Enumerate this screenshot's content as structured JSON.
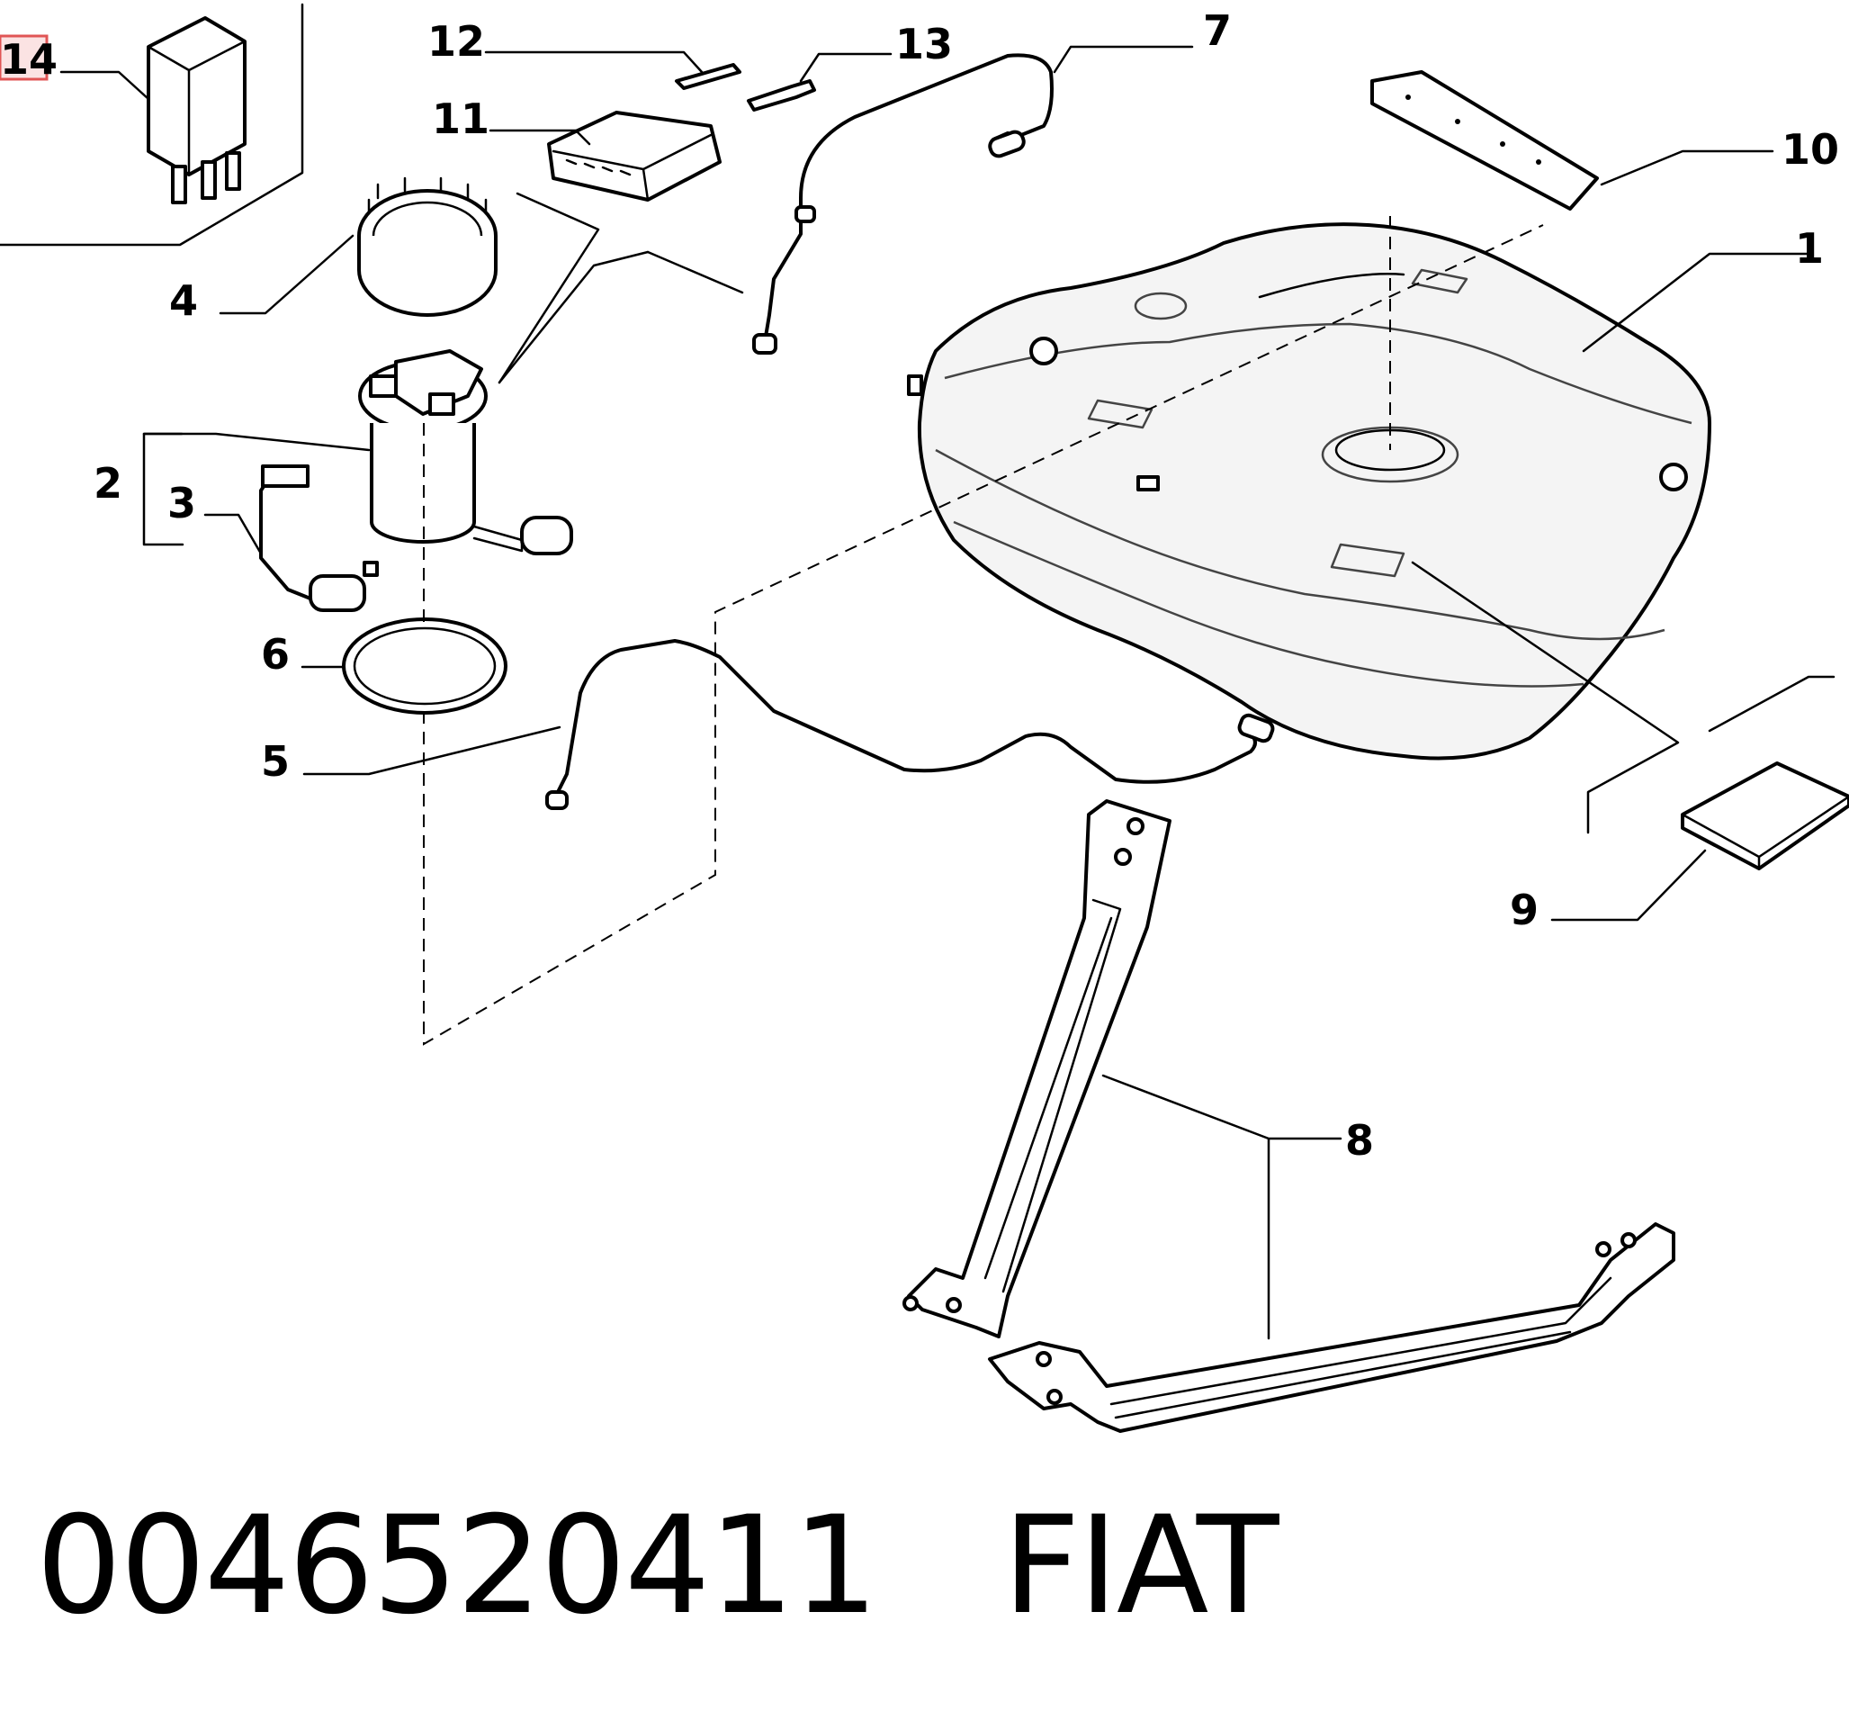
{
  "callouts": {
    "c1": "1",
    "c2": "2",
    "c3": "3",
    "c4": "4",
    "c5": "5",
    "c6": "6",
    "c7": "7",
    "c8": "8",
    "c9": "9",
    "c10": "10",
    "c11": "11",
    "c12": "12",
    "c13": "13",
    "c14": "14"
  },
  "highlight": {
    "callout": "14",
    "color": "#e05555"
  },
  "footer": {
    "part_number": "0046520411",
    "brand": "FIAT"
  }
}
